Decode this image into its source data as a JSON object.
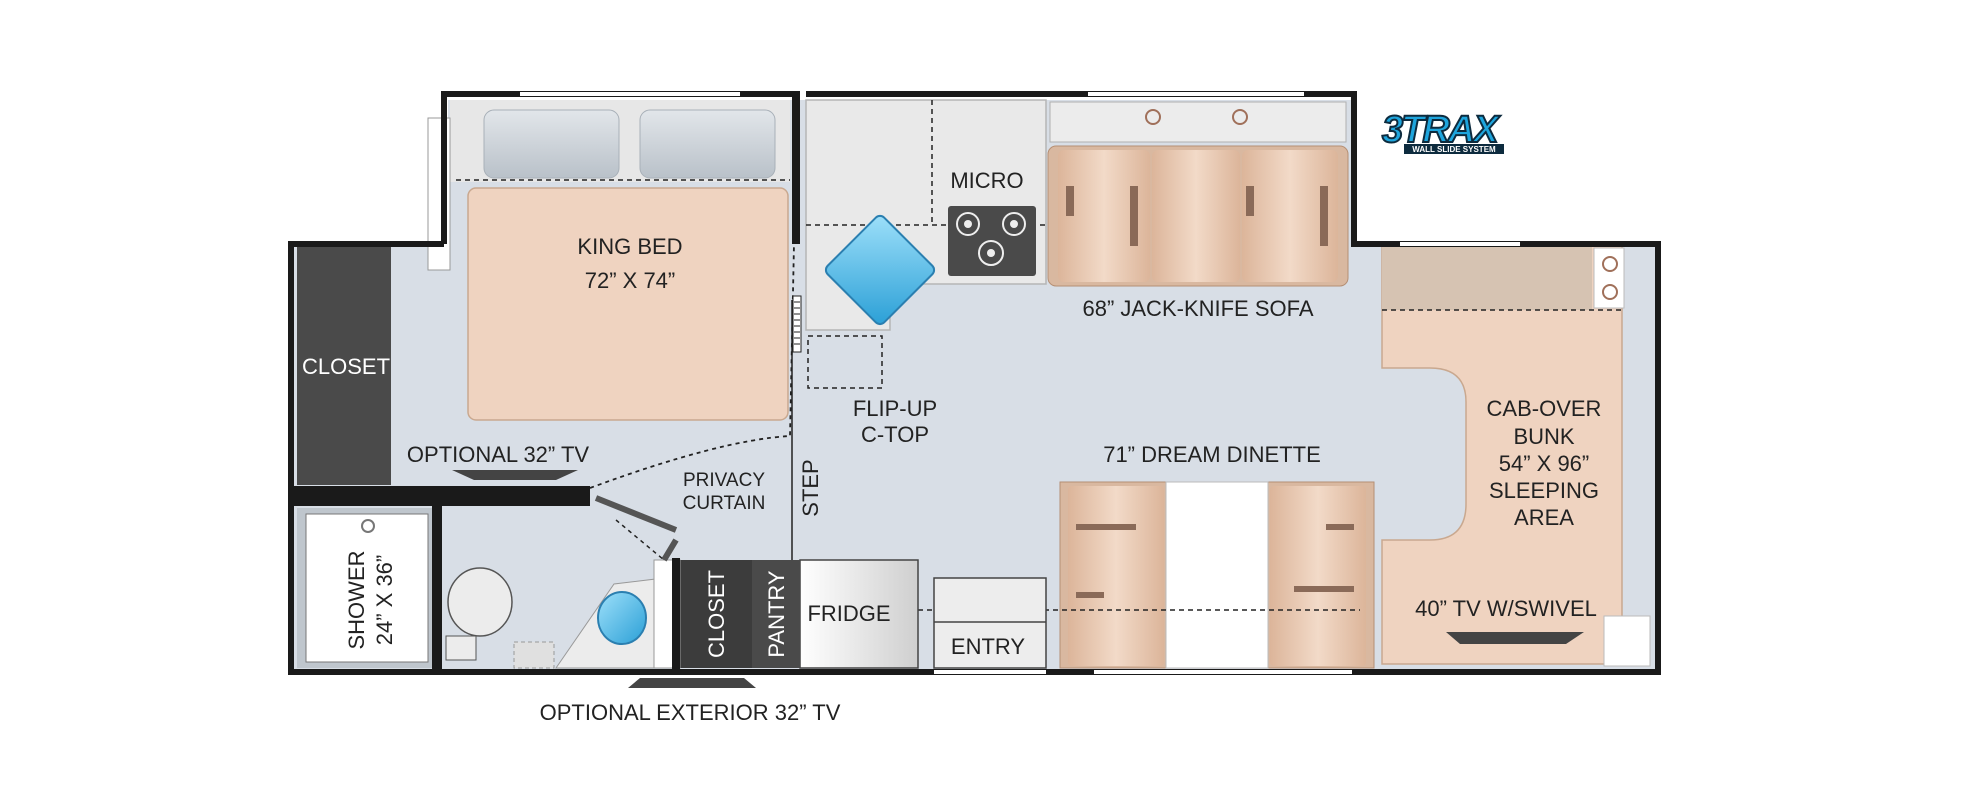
{
  "diagram": {
    "type": "rv-floorplan",
    "labels": {
      "king_bed": "KING BED",
      "king_bed_size": "72” X 74”",
      "micro": "MICRO",
      "sofa": "68” JACK-KNIFE SOFA",
      "closet_rear": "CLOSET",
      "flip_up_line1": "FLIP-UP",
      "flip_up_line2": "C-TOP",
      "optional_tv": "OPTIONAL 32” TV",
      "privacy_line1": "PRIVACY",
      "privacy_line2": "CURTAIN",
      "step": "STEP",
      "dinette": "71” DREAM DINETTE",
      "cab_line1": "CAB-OVER",
      "cab_line2": "BUNK",
      "cab_line3": "54” X 96”",
      "cab_line4": "SLEEPING",
      "cab_line5": "AREA",
      "shower_line1": "SHOWER",
      "shower_line2": "24” X 36”",
      "closet_bath": "CLOSET",
      "pantry": "PANTRY",
      "fridge": "FRIDGE",
      "entry": "ENTRY",
      "tv_swivel": "40” TV W/SWIVEL",
      "exterior_tv": "OPTIONAL EXTERIOR 32” TV"
    },
    "logo": {
      "wordmark": "3TRAX",
      "tagline": "WALL SLIDE SYSTEM"
    },
    "colors": {
      "floor": "#d8dee6",
      "wall": "#1a1a1a",
      "bed": "#efd3c0",
      "cushion": "#e8c9b2",
      "closet": "#4a4a4a",
      "counter": "#e6e6e6",
      "sink": "#5bbde8",
      "logo_blue": "#1ea5dd"
    }
  }
}
